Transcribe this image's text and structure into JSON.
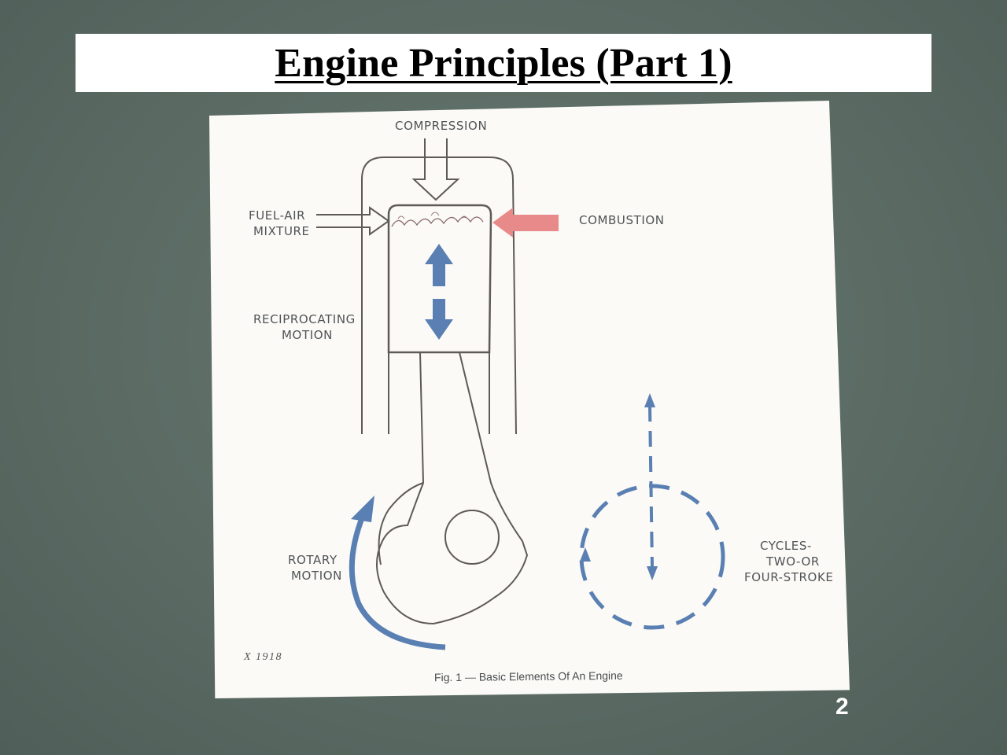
{
  "slide": {
    "title": "Engine Principles (Part 1)",
    "page_number": "2"
  },
  "diagram": {
    "labels": {
      "compression": "COMPRESSION",
      "fuel_air_line1": "FUEL-AIR",
      "fuel_air_line2": "MIXTURE",
      "combustion": "COMBUSTION",
      "reciprocating_line1": "RECIPROCATING",
      "reciprocating_line2": "MOTION",
      "rotary_line1": "ROTARY",
      "rotary_line2": "MOTION",
      "cycles_line1": "CYCLES-",
      "cycles_line2": "TWO-OR",
      "cycles_line3": "FOUR-STROKE"
    },
    "figure_code": "X 1918",
    "caption": "Fig. 1 — Basic Elements Of An Engine",
    "colors": {
      "motion_arrows": "#5a7fb3",
      "combustion_arrow": "#e88a8a",
      "line_art": "#5e5a55",
      "card": "#fbfaf6",
      "background": "#5d6e67"
    }
  }
}
